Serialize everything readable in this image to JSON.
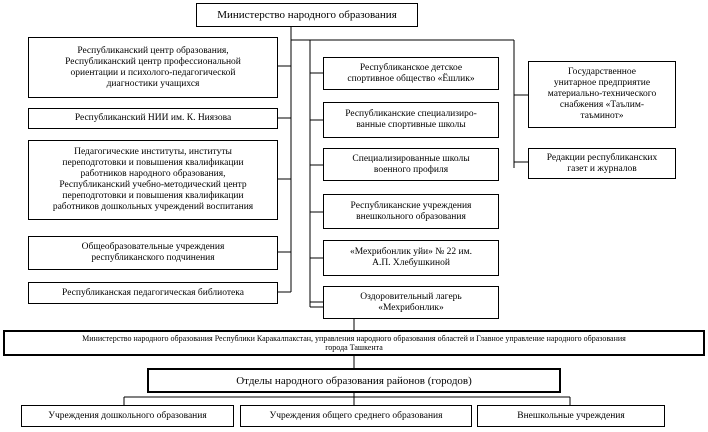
{
  "colors": {
    "line": "#000000",
    "background": "#ffffff"
  },
  "ministry": {
    "label": "Министерство народного образования"
  },
  "left_column": [
    {
      "label": "Республиканский центр образования,\nРеспубликанский центр профессиональной\nориентации и психолого-педагогической\nдиагностики учащихся"
    },
    {
      "label": "Республиканский НИИ им. К. Ниязова"
    },
    {
      "label": "Педагогические институты, институты\nпереподготовки и повышения квалификации\nработников народного образования,\nРеспубликанский учебно-методический центр\nпереподготовки и повышения квалификации\nработников дошкольных учреждений воспитания"
    },
    {
      "label": "Общеобразовательные учреждения\nреспубликанского подчинения"
    },
    {
      "label": "Республиканская педагогическая библиотека"
    }
  ],
  "middle_column": [
    {
      "label": "Республиканское детское\nспортивное общество «Ёшлик»"
    },
    {
      "label": "Республиканские специализиро-\nванные спортивные школы"
    },
    {
      "label": "Специализированные школы\nвоенного профиля"
    },
    {
      "label": "Республиканские учреждения\nвнешкольного образования"
    },
    {
      "label": "«Мехрибонлик уйи» № 22 им.\nА.П. Хлебушкиной"
    },
    {
      "label": "Оздоровительный лагерь\n«Мехрибонлик»"
    }
  ],
  "right_column": [
    {
      "label": "Государственное\nунитарное предприятие\nматериально-технического\nснабжения «Таълим-\nтаъминот»"
    },
    {
      "label": "Редакции республиканских\nгазет и журналов"
    }
  ],
  "regional": {
    "label": "Министерство народного образования Республики Каракалпакстан, управления  народного образования областей и Главное управление народного образования\nгорода Ташкента"
  },
  "district": {
    "label": "Отделы народного образования  районов  (городов)"
  },
  "bottom_row": [
    {
      "label": "Учреждения дошкольного образования"
    },
    {
      "label": "Учреждения общего среднего образования"
    },
    {
      "label": "Внешкольные учреждения"
    }
  ]
}
